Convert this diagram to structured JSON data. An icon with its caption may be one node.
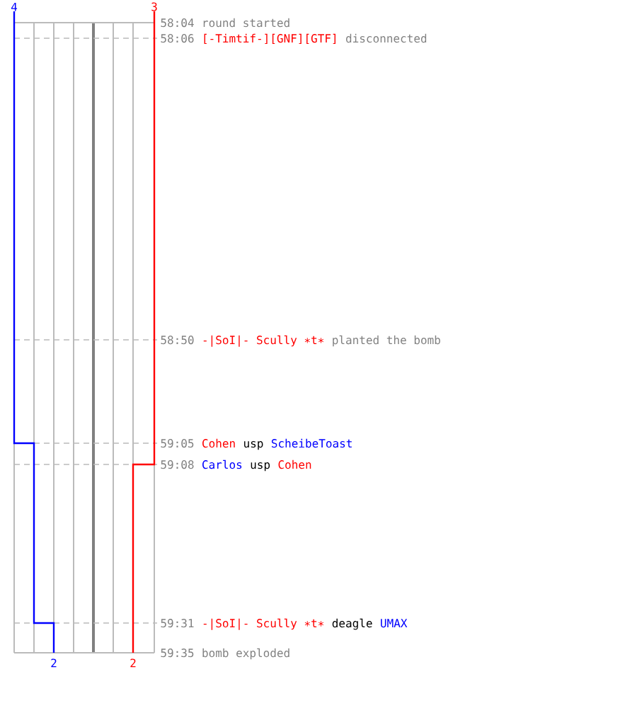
{
  "diagram": {
    "labels": [
      "4",
      "3",
      "58:04",
      "round started",
      "58:06",
      "[-Timtif-][GNF][GTF]",
      "disconnected",
      "58:50",
      "-|SoI|- Scully ∗t∗",
      "planted the bomb",
      "59:05",
      "Cohen",
      "usp",
      "ScheibeToast",
      "59:08",
      "Carlos",
      "usp",
      "Cohen",
      "59:31",
      "-|SoI|- Scully ∗t∗",
      "deagle",
      "UMAX",
      "59:35",
      "bomb exploded",
      "2",
      "2"
    ]
  }
}
